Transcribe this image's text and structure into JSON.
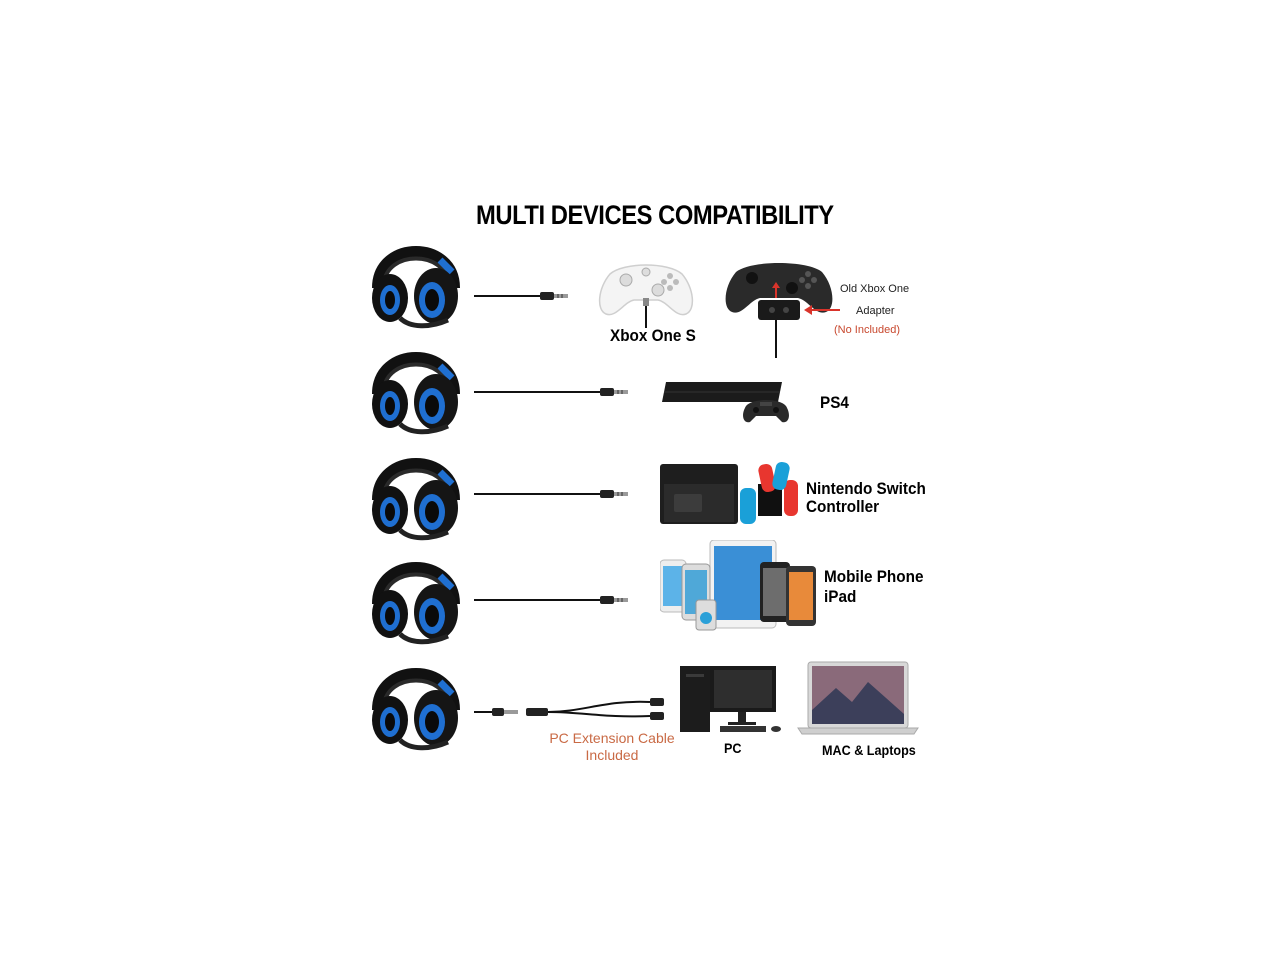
{
  "title": "MULTI DEVICES COMPATIBILITY",
  "rows": [
    {
      "device_label": "Xbox One S",
      "adapter": {
        "name": "Old Xbox One",
        "label": "Adapter",
        "note": "(No Included)"
      }
    },
    {
      "device_label": "PS4"
    },
    {
      "device_label_line1": "Nintendo Switch",
      "device_label_line2": "Controller"
    },
    {
      "device_label_line1": "Mobile Phone",
      "device_label_line2": "iPad"
    },
    {
      "cable_note_line1": "PC Extension Cable",
      "cable_note_line2": "Included",
      "pc_label": "PC",
      "mac_label": "MAC & Laptops"
    }
  ],
  "colors": {
    "headset_blue": "#1f6fd1",
    "headset_black": "#111111",
    "joycon_red": "#e8362f",
    "joycon_blue": "#1aa0d8",
    "arrow_red": "#d9342b",
    "note_orange": "#c96a45"
  },
  "icons": [
    "headset-icon",
    "audio-cable-icon",
    "xbox-controller-icon",
    "ps4-console-icon",
    "switch-console-icon",
    "phones-tablet-icon",
    "desktop-pc-icon",
    "laptop-icon"
  ]
}
